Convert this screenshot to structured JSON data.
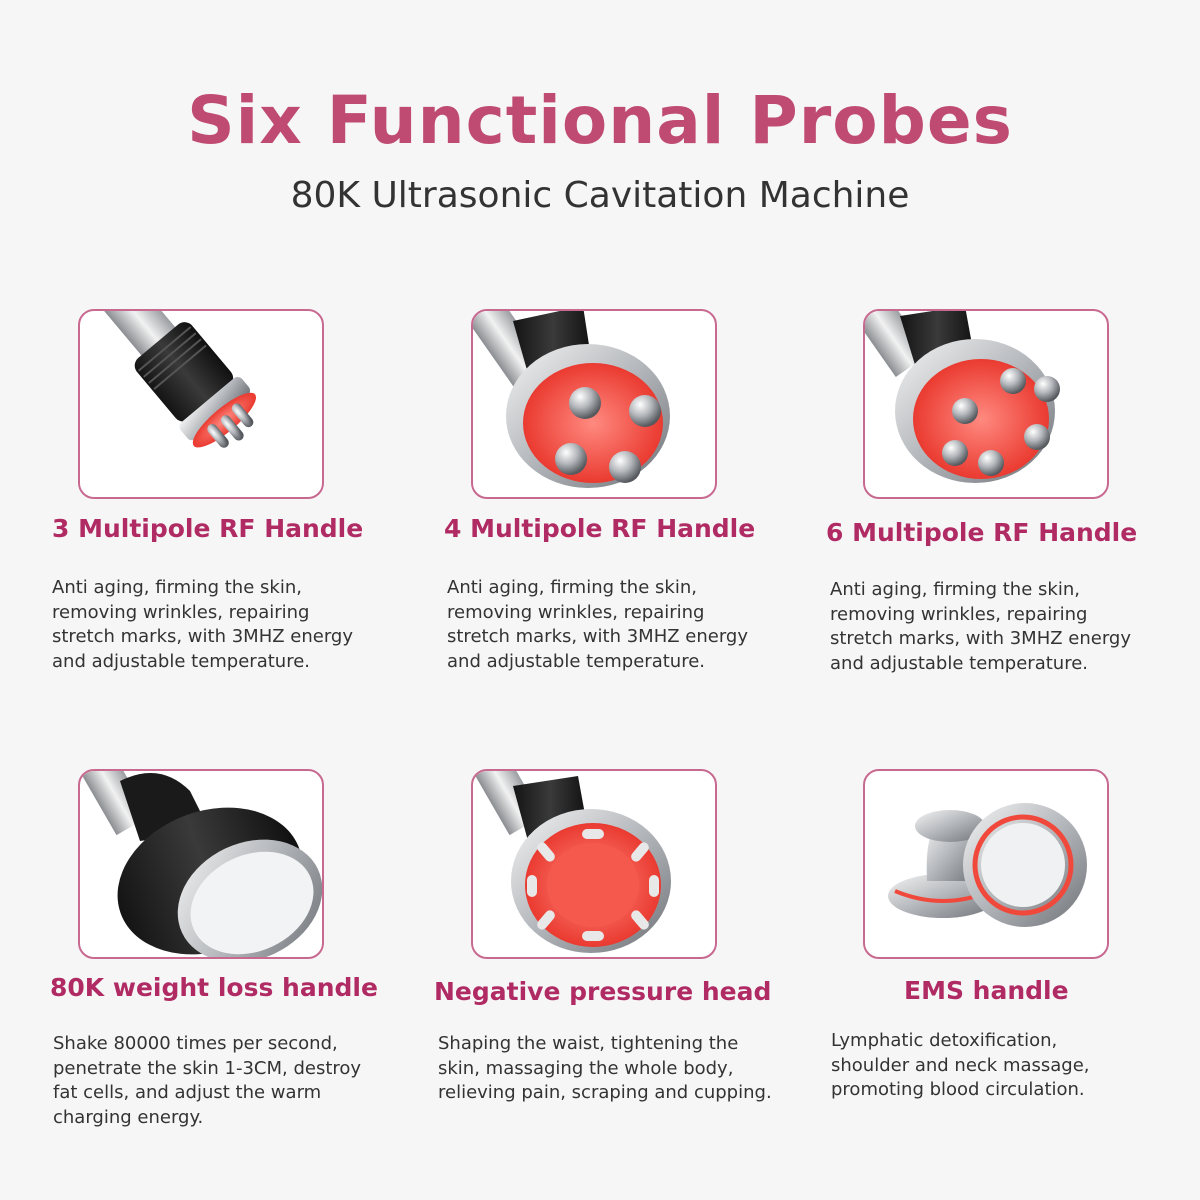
{
  "header": {
    "title": "Six Functional Probes",
    "subtitle": "80K Ultrasonic Cavitation Machine"
  },
  "colors": {
    "accent": "#c04b72",
    "heading": "#b02a63",
    "card_border": "#c86990",
    "probe_red": "#f0493c"
  },
  "probes": [
    {
      "name": "3 Multipole RF Handle",
      "image_icon": "3-pole-rf-probe-icon",
      "description": [
        "Anti aging, firming the skin,",
        "removing wrinkles, repairing",
        "stretch marks, with 3MHZ energy",
        "and adjustable temperature."
      ]
    },
    {
      "name": "4 Multipole RF Handle",
      "image_icon": "4-pole-rf-probe-icon",
      "description": [
        "Anti aging, firming the skin,",
        "removing wrinkles, repairing",
        "stretch marks, with 3MHZ energy",
        "and adjustable temperature."
      ]
    },
    {
      "name": "6 Multipole RF Handle",
      "image_icon": "6-pole-rf-probe-icon",
      "description": [
        "Anti aging, firming the skin,",
        "removing wrinkles, repairing",
        "stretch marks, with 3MHZ energy",
        "and adjustable temperature."
      ]
    },
    {
      "name": "80K weight loss handle",
      "image_icon": "cavitation-probe-icon",
      "description": [
        "Shake 80000 times per second,",
        "penetrate the skin 1-3CM, destroy",
        "fat cells, and adjust the warm",
        "charging energy."
      ]
    },
    {
      "name": "Negative pressure head",
      "image_icon": "vacuum-probe-icon",
      "description": [
        "Shaping the waist, tightening the",
        "skin, massaging the whole body,",
        "relieving pain, scraping and cupping."
      ]
    },
    {
      "name": "EMS handle",
      "image_icon": "ems-probe-icon",
      "description": [
        "Lymphatic detoxification,",
        "shoulder and neck massage,",
        "promoting blood circulation."
      ]
    }
  ]
}
